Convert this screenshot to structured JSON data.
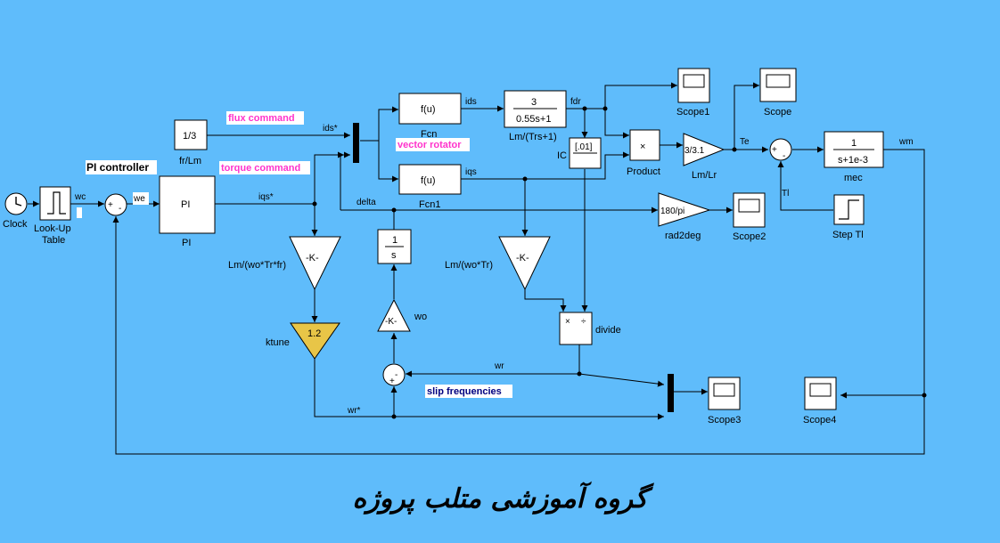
{
  "annotations": {
    "pi_controller": "PI controller",
    "flux_command": "flux command",
    "torque_command": "torque command",
    "vector_rotator": "vector rotator",
    "slip_frequencies": "slip frequencies",
    "footer_title": "گروه آموزشی متلب پروژه"
  },
  "colors": {
    "background": "#5fbcfb",
    "annotation_magenta": "#ff33cc",
    "annotation_navy": "#000080",
    "ktune_fill": "#e8c547"
  },
  "blocks": {
    "clock": "Clock",
    "lookup_line1": "Look-Up",
    "lookup_line2": "Table",
    "pi_inner": "PI",
    "pi_name": "PI",
    "fr_lm_inner": "1/3",
    "fr_lm_name": "fr/Lm",
    "fcn_inner": "f(u)",
    "fcn_name": "Fcn",
    "fcn1_inner": "f(u)",
    "fcn1_name": "Fcn1",
    "tf1_num": "3",
    "tf1_den": "0.55s+1",
    "tf1_name": "Lm/(Trs+1)",
    "ic_inner": "[.01]",
    "ic_name": "IC",
    "product_inner": "×",
    "product_name": "Product",
    "gain_lmlr_inner": "3/3.1",
    "gain_lmlr_name": "Lm/Lr",
    "mec_num": "1",
    "mec_den": "s+1e-3",
    "mec_name": "mec",
    "rad2deg_inner": "180/pi",
    "rad2deg_name": "rad2deg",
    "step_name": "Step Tl",
    "gainK1_inner": "-K-",
    "gainK1_name": "Lm/(wo*Tr*fr)",
    "gainK2_inner": "-K-",
    "gainK2_name": "Lm/(wo*Tr)",
    "ktune_inner": "1.2",
    "ktune_name": "ktune",
    "integ_num": "1",
    "integ_den": "s",
    "gain_wo_inner": "-K-",
    "gain_wo_name": "wo",
    "divide_mult": "×",
    "divide_div": "÷",
    "divide_name": "divide",
    "sum_sign_plus": "+",
    "sum_sign_minus": "-",
    "scope1": "Scope1",
    "scope": "Scope",
    "scope2": "Scope2",
    "scope3": "Scope3",
    "scope4": "Scope4"
  },
  "signals": {
    "wc": "wc",
    "we": "we",
    "ids_star": "ids*",
    "iqs_star": "iqs*",
    "ids": "ids",
    "iqs": "iqs",
    "fdr": "fdr",
    "te": "Te",
    "wm": "wm",
    "tl": "Tl",
    "delta": "delta",
    "wr": "wr",
    "wr_star": "wr*"
  }
}
